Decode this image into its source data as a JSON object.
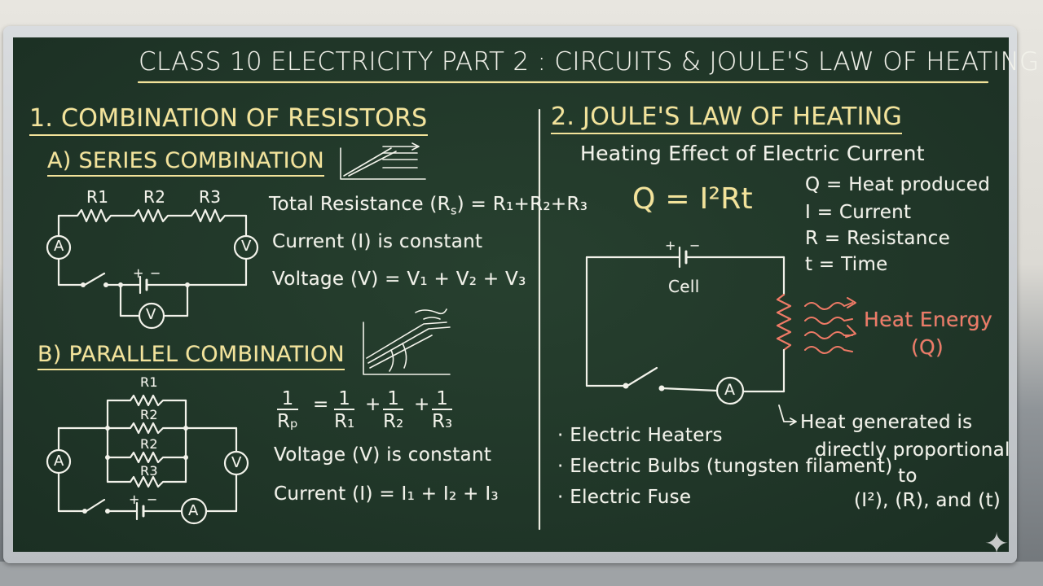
{
  "title": "CLASS 10 ELECTRICITY PART 2 : CIRCUITS & JOULE'S LAW OF HEATING",
  "left": {
    "heading": "1. COMBINATION OF RESISTORS",
    "series": {
      "heading": "A) SERIES COMBINATION",
      "r1": "R1",
      "r2": "R2",
      "r3": "R3",
      "ammeter": "A",
      "voltmeter": "V",
      "bottom_voltmeter": "V",
      "plus": "+",
      "minus": "−",
      "total_label": "Total Resistance (R",
      "total_sub": "s",
      "total_rhs": ") = R₁+R₂+R₃",
      "current": "Current (I) is constant",
      "voltage": "Voltage (V) = V₁ + V₂ + V₃"
    },
    "parallel": {
      "heading": "B) PARALLEL COMBINATION",
      "r_labels": [
        "R1",
        "R2",
        "R2",
        "R3"
      ],
      "ammeter": "A",
      "voltmeter": "V",
      "bottom_ammeter": "A",
      "plus": "+",
      "minus": "−",
      "frac_num": "1",
      "frac_rp": "Rₚ",
      "frac_r1": "R₁",
      "frac_r2": "R₂",
      "frac_r3": "R₃",
      "eq": "=",
      "plus_sign": "+",
      "voltage": "Voltage (V) is constant",
      "current": "Current (I) = I₁ + I₂ + I₃"
    }
  },
  "right": {
    "heading": "2. JOULE'S LAW OF HEATING",
    "subheading": "Heating Effect of Electric Current",
    "formula": "Q = I²Rt",
    "legend": [
      "Q = Heat produced",
      "I = Current",
      "R = Resistance",
      "t = Time"
    ],
    "cell_label": "Cell",
    "plus": "+",
    "minus": "−",
    "ammeter": "A",
    "heat_energy": "Heat Energy",
    "heat_q": "(Q)",
    "applications": [
      "Electric Heaters",
      "Electric Bulbs (tungsten filament)",
      "Electric Fuse"
    ],
    "note": [
      "Heat generated is",
      "directly proportional",
      "to",
      "(I²), (R), and (t)"
    ]
  }
}
